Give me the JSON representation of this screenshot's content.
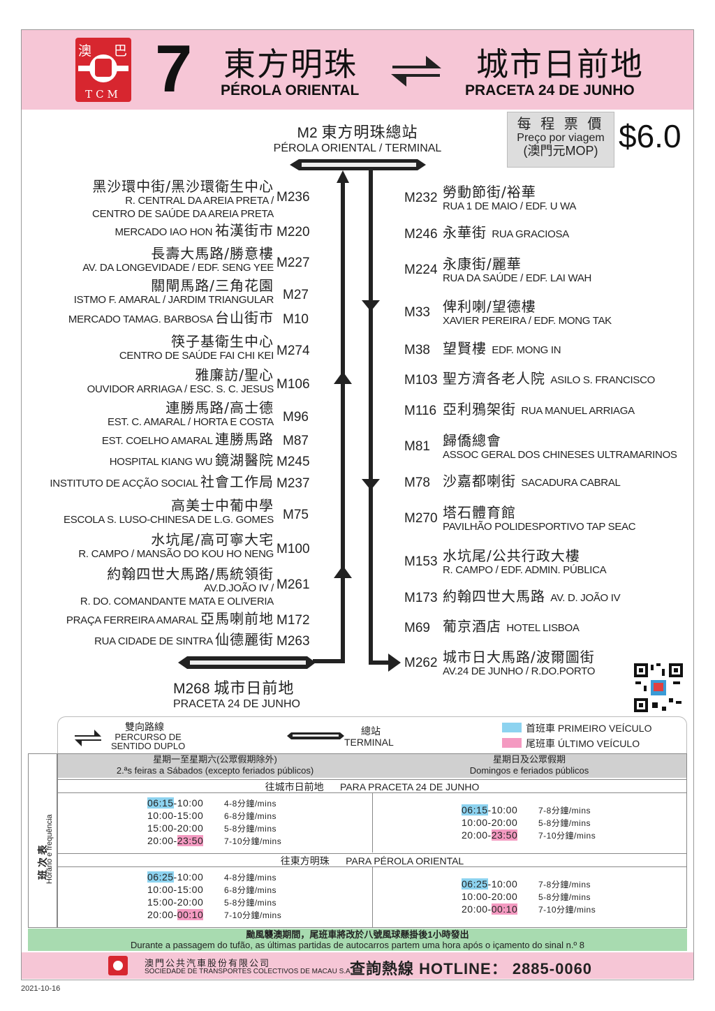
{
  "header": {
    "logo_top_left": "澳",
    "logo_top_right": "巴",
    "logo_bottom": "TCM",
    "route_number": "7",
    "origin_zh": "東方明珠",
    "origin_pt": "PÉROLA ORIENTAL",
    "dest_zh": "城市日前地",
    "dest_pt": "PRACETA 24 DE JUNHO"
  },
  "fare": {
    "label_zh": "每 程 票 價",
    "label_pt": "Preço por viagem",
    "currency": "(澳門元MOP)",
    "amount": "$6.0"
  },
  "terminal_top": {
    "code": "M2",
    "zh": "東方明珠總站",
    "pt": "PÉROLA ORIENTAL / TERMINAL"
  },
  "terminal_bottom": {
    "code": "M268",
    "zh": "城市日前地",
    "pt": "PRACETA 24 DE JUNHO"
  },
  "left_stops": [
    {
      "code": "M236",
      "zh": "黑沙環中街/黑沙環衛生中心",
      "pt1": "R. CENTRAL DA AREIA PRETA /",
      "pt2": "CENTRO DE SAÚDE DA AREIA PRETA"
    },
    {
      "code": "M220",
      "pt_inline": "MERCADO IAO HON",
      "zh": "祐漢街市"
    },
    {
      "code": "M227",
      "zh": "長壽大馬路/勝意樓",
      "pt1": "AV. DA LONGEVIDADE / EDF. SENG YEE"
    },
    {
      "code": "M27",
      "zh": "關閘馬路/三角花園",
      "pt1": "ISTMO F. AMARAL / JARDIM TRIANGULAR"
    },
    {
      "code": "M10",
      "pt_inline": "MERCADO TAMAG. BARBOSA",
      "zh": "台山街市"
    },
    {
      "code": "M274",
      "zh": "筷子基衛生中心",
      "pt1": "CENTRO DE SAÚDE FAI CHI KEI"
    },
    {
      "code": "M106",
      "zh": "雅廉訪/聖心",
      "pt1": "OUVIDOR ARRIAGA / ESC. S. C. JESUS"
    },
    {
      "code": "M96",
      "zh": "連勝馬路/高士德",
      "pt1": "EST. C. AMARAL / HORTA E COSTA"
    },
    {
      "code": "M87",
      "pt_inline": "EST. COELHO AMARAL",
      "zh": "連勝馬路"
    },
    {
      "code": "M245",
      "pt_inline": "HOSPITAL KIANG WU",
      "zh": "鏡湖醫院"
    },
    {
      "code": "M237",
      "pt_inline": "INSTITUTO DE ACÇÃO SOCIAL",
      "zh": "社會工作局"
    },
    {
      "code": "M75",
      "zh": "高美士中葡中學",
      "pt1": "ESCOLA S. LUSO-CHINESA DE L.G. GOMES"
    },
    {
      "code": "M100",
      "zh": "水坑尾/高可寧大宅",
      "pt1": "R. CAMPO / MANSÃO DO KOU HO NENG"
    },
    {
      "code": "M261",
      "zh": "約翰四世大馬路/馬統領街",
      "pt1": "AV.D.JOÃO IV /",
      "pt2": "R. DO. COMANDANTE MATA E OLIVERIA"
    },
    {
      "code": "M172",
      "pt_inline": "PRAÇA FERREIRA AMARAL",
      "zh": "亞馬喇前地"
    },
    {
      "code": "M263",
      "pt_inline": "RUA CIDADE DE SINTRA",
      "zh": "仙德麗街"
    }
  ],
  "right_stops": [
    {
      "code": "M232",
      "zh": "勞動節街/裕華",
      "pt1": "RUA 1 DE MAIO / EDF. U WA"
    },
    {
      "code": "M246",
      "zh": "永華街",
      "pt_inline": "RUA GRACIOSA"
    },
    {
      "code": "M224",
      "zh": "永康街/麗華",
      "pt1": "RUA DA SAÚDE / EDF. LAI WAH"
    },
    {
      "code": "M33",
      "zh": "俾利喇/望德樓",
      "pt1": "XAVIER PEREIRA / EDF. MONG TAK"
    },
    {
      "code": "M38",
      "zh": "望賢樓",
      "pt_inline": "EDF. MONG IN"
    },
    {
      "code": "M103",
      "zh": "聖方濟各老人院",
      "pt_inline": "ASILO S. FRANCISCO"
    },
    {
      "code": "M116",
      "zh": "亞利鴉架街",
      "pt_inline": "RUA MANUEL ARRIAGA"
    },
    {
      "code": "M81",
      "zh": "歸僑總會",
      "pt1": "ASSOC GERAL DOS CHINESES ULTRAMARINOS"
    },
    {
      "code": "M78",
      "zh": "沙嘉都喇街",
      "pt_inline": "SACADURA CABRAL"
    },
    {
      "code": "M270",
      "zh": "塔石體育館",
      "pt1": "PAVILHÃO POLIDESPORTIVO TAP SEAC"
    },
    {
      "code": "M153",
      "zh": "水坑尾/公共行政大樓",
      "pt1": "R. CAMPO / EDF. ADMIN. PÚBLICA"
    },
    {
      "code": "M173",
      "zh": "約翰四世大馬路",
      "pt_inline": "AV. D. JOÃO IV"
    },
    {
      "code": "M69",
      "zh": "葡京酒店",
      "pt_inline": "HOTEL LISBOA"
    },
    {
      "code": "M262",
      "zh": "城市日大馬路/波爾圖街",
      "pt1": "AV.24 DE JUNHO / R.DO.PORTO"
    }
  ],
  "legend": {
    "two_way_zh": "雙向路線",
    "two_way_pt1": "PERCURSO DE",
    "two_way_pt2": "SENTIDO DUPLO",
    "terminal_zh": "總站",
    "terminal_pt": "TERMINAL",
    "first_zh": "首班車",
    "first_pt": "PRIMEIRO VEÍCULO",
    "last_zh": "尾班車",
    "last_pt": "ÚLTIMO VEÍCULO",
    "first_color": "#8dd3f0",
    "last_color": "#f49ac1"
  },
  "schedule": {
    "side_zh": "班 次 表",
    "side_pt": "Horário e frequência",
    "weekday_zh": "星期一至星期六(公眾假期除外)",
    "weekday_pt": "2.ªs feiras a Sábados (excepto feriados públicos)",
    "weekend_zh": "星期日及公眾假期",
    "weekend_pt": "Domingos e feriados públicos",
    "dir1_zh": "往城市日前地",
    "dir1_pt": "PARA PRACETA 24 DE JUNHO",
    "dir2_zh": "往東方明珠",
    "dir2_pt": "PARA PÉROLA ORIENTAL",
    "dir1_weekday": [
      {
        "first": "06:15",
        "rest": "-10:00",
        "freq": "4-8分鐘/mins"
      },
      {
        "range": "10:00-15:00",
        "freq": "6-8分鐘/mins"
      },
      {
        "range": "15:00-20:00",
        "freq": "5-8分鐘/mins"
      },
      {
        "start": "20:00-",
        "last": "23:50",
        "freq": "7-10分鐘/mins"
      }
    ],
    "dir1_weekend": [
      {
        "first": "06:15",
        "rest": "-10:00",
        "freq": "7-8分鐘/mins"
      },
      {
        "range": "10:00-20:00",
        "freq": "5-8分鐘/mins"
      },
      {
        "start": "20:00-",
        "last": "23:50",
        "freq": "7-10分鐘/mins"
      }
    ],
    "dir2_weekday": [
      {
        "first": "06:25",
        "rest": "-10:00",
        "freq": "4-8分鐘/mins"
      },
      {
        "range": "10:00-15:00",
        "freq": "6-8分鐘/mins"
      },
      {
        "range": "15:00-20:00",
        "freq": "5-8分鐘/mins"
      },
      {
        "start": "20:00-",
        "last": "00:10",
        "freq": "7-10分鐘/mins"
      }
    ],
    "dir2_weekend": [
      {
        "first": "06:25",
        "rest": "-10:00",
        "freq": "7-8分鐘/mins"
      },
      {
        "range": "10:00-20:00",
        "freq": "5-8分鐘/mins"
      },
      {
        "start": "20:00-",
        "last": "00:10",
        "freq": "7-10分鐘/mins"
      }
    ]
  },
  "typhoon": {
    "zh": "颱風襲澳期間，尾班車將改於八號風球懸掛後1小時發出",
    "pt": "Durante a passagem do tufão, as últimas partidas de autocarros partem uma hora após o içamento do sinal n.º 8"
  },
  "footer": {
    "company_zh": "澳門公共汽車股份有限公司",
    "company_pt": "SOCIEDADE DE TRANSPORTES COLECTIVOS DE MACAU S.A.",
    "hotline_zh": "查詢熱線",
    "hotline_label": "HOTLINE：",
    "hotline_number": "2885-0060"
  },
  "date": "2021-10-16"
}
